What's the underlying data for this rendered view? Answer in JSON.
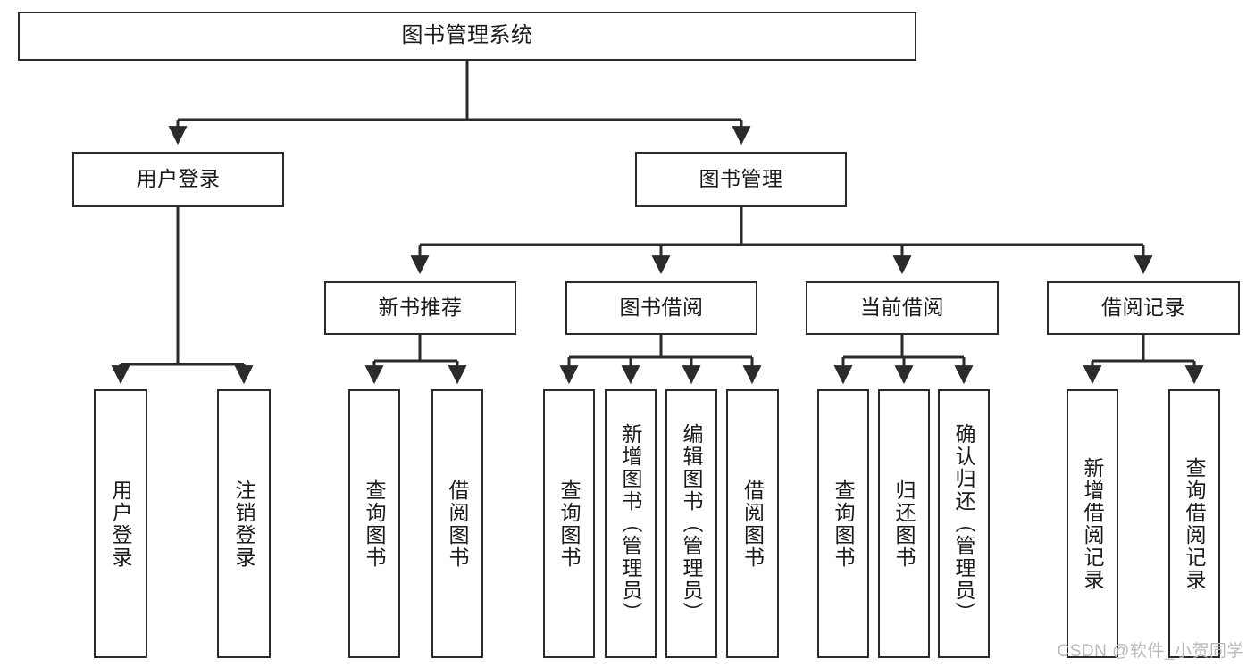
{
  "diagram": {
    "title": "图书管理系统",
    "type": "tree",
    "colors": {
      "box_border": "#2b2b2b",
      "box_fill": "#ffffff",
      "edge": "#2b2b2b",
      "text": "#1a1a1a",
      "watermark": "#b9b9b9",
      "background": "#ffffff"
    },
    "nodes": {
      "root": {
        "label": "图书管理系统"
      },
      "level2": [
        {
          "id": "user-login",
          "label": "用户登录"
        },
        {
          "id": "book-manage",
          "label": "图书管理"
        }
      ],
      "level3": [
        {
          "id": "new-book-recommend",
          "label": "新书推荐"
        },
        {
          "id": "book-borrow",
          "label": "图书借阅"
        },
        {
          "id": "current-borrow",
          "label": "当前借阅"
        },
        {
          "id": "borrow-record",
          "label": "借阅记录"
        }
      ],
      "leaves": {
        "user-login": [
          {
            "id": "leaf-user-login",
            "label": "用户登录"
          },
          {
            "id": "leaf-logout-login",
            "label": "注销登录"
          }
        ],
        "new-book-recommend": [
          {
            "id": "leaf-query-book-1",
            "label": "查询图书"
          },
          {
            "id": "leaf-borrow-book-1",
            "label": "借阅图书"
          }
        ],
        "book-borrow": [
          {
            "id": "leaf-query-book-2",
            "label": "查询图书"
          },
          {
            "id": "leaf-add-book",
            "label": "新增图书（管理员）"
          },
          {
            "id": "leaf-edit-book",
            "label": "编辑图书（管理员）"
          },
          {
            "id": "leaf-borrow-book-2",
            "label": "借阅图书"
          }
        ],
        "current-borrow": [
          {
            "id": "leaf-query-book-3",
            "label": "查询图书"
          },
          {
            "id": "leaf-return-book",
            "label": "归还图书"
          },
          {
            "id": "leaf-confirm-return",
            "label": "确认归还（管理员）"
          }
        ],
        "borrow-record": [
          {
            "id": "leaf-add-record",
            "label": "新增借阅记录"
          },
          {
            "id": "leaf-query-record",
            "label": "查询借阅记录"
          }
        ]
      }
    },
    "watermark": "CSDN @软件_小贺同学"
  }
}
